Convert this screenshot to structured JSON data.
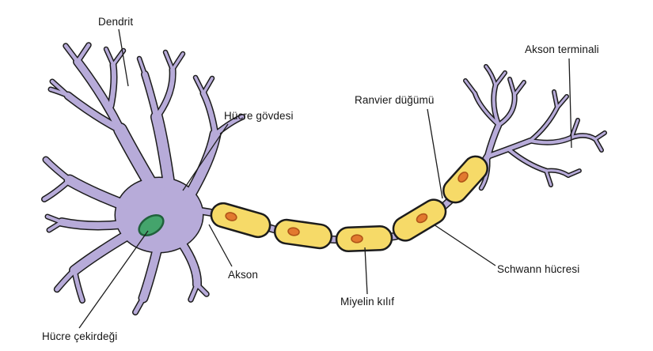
{
  "diagram": {
    "type": "neuron-anatomy",
    "labels": {
      "dendrit": "Dendrit",
      "hucre_govdesi": "Hücre gövdesi",
      "hucre_cekirdegi": "Hücre çekirdeği",
      "akson": "Akson",
      "miyelin_kilif": "Miyelin kılıf",
      "schwann_hucresi": "Schwann hücresi",
      "ranvier_dugumu": "Ranvier düğümü",
      "akson_terminali": "Akson terminali"
    },
    "colors": {
      "background": "#ffffff",
      "cell": "#b7abd9",
      "outline": "#1c1c1c",
      "myelin": "#f6da68",
      "nucleus": "#44a46c",
      "nucleus_outline": "#20613c",
      "schwann_nucleus": "#e2792f",
      "schwann_nucleus_outline": "#b05418",
      "label_line": "#1c1c1c"
    }
  }
}
